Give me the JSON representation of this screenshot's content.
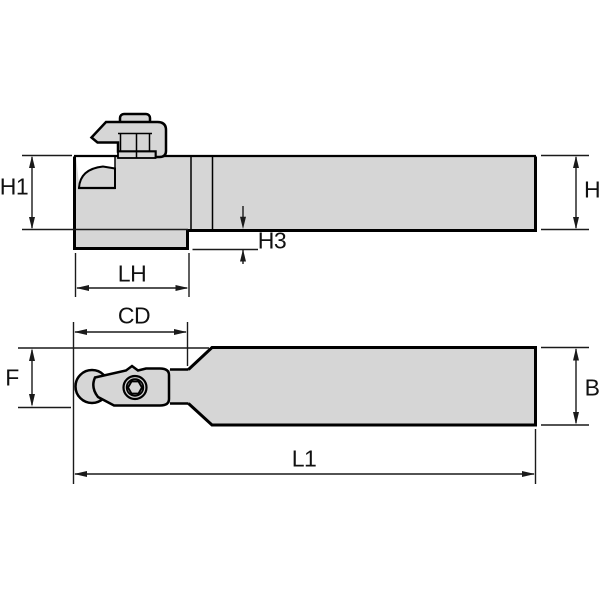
{
  "diagram": {
    "kind": "technical-drawing-toolholder-two-views",
    "labels": {
      "h1": "H1",
      "h": "H",
      "h3": "H3",
      "lh": "LH",
      "cd": "CD",
      "f": "F",
      "b": "B",
      "l1": "L1"
    },
    "colors": {
      "background": "#ffffff",
      "body_fill": "#d6d6d6",
      "outline": "#000000",
      "dimension": "#1a1a1a",
      "text": "#111111"
    }
  }
}
